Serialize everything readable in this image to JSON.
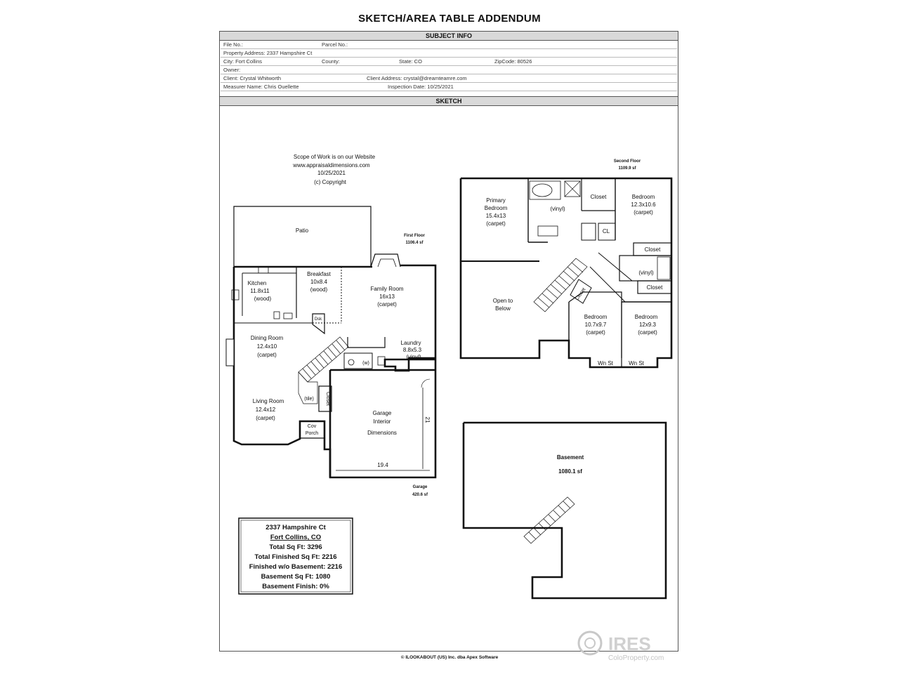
{
  "page_title": "SKETCH/AREA TABLE ADDENDUM",
  "subject": {
    "header": "SUBJECT INFO",
    "file_no": "File No.:",
    "parcel_no": "Parcel No.:",
    "property_address": "Property Address: 2337 Hampshire Ct",
    "city": "City: Fort Collins",
    "county": "County:",
    "state": "State: CO",
    "zip": "ZipCode: 80526",
    "owner": "Owner:",
    "client": "Client: Crystal Whitworth",
    "client_address": "Client Address: crystal@dreamteamre.com",
    "measurer": "Measurer Name: Chris Ouellette",
    "inspection_date": "Inspection Date: 10/25/2021"
  },
  "sketch": {
    "header": "SKETCH",
    "notes": [
      "Scope of Work is on our Website",
      "www.appraisaldimensions.com",
      "10/25/2021",
      "(c) Copyright"
    ],
    "first_floor": {
      "label": "First Floor",
      "area": "1106.4 sf"
    },
    "second_floor": {
      "label": "Second Floor",
      "area": "1109.9 sf"
    },
    "garage": {
      "label": "Garage",
      "area": "420.6 sf"
    },
    "basement": {
      "label": "Basement",
      "area": "1080.1 sf"
    },
    "rooms": {
      "patio": "Patio",
      "breakfast": [
        "Breakfast",
        "10x8.4",
        "(wood)"
      ],
      "kitchen": [
        "Kitchen",
        "11.8x11",
        "(wood)"
      ],
      "family_room": [
        "Family Room",
        "16x13",
        "(carpet)"
      ],
      "dining_room": [
        "Dining Room",
        "12.4x10",
        "(carpet)"
      ],
      "laundry": [
        "Laundry",
        "8.8x5.3",
        "(vinyl)"
      ],
      "living_room": [
        "Living Room",
        "12.4x12",
        "(carpet)"
      ],
      "garage_interior": [
        "Garage",
        "Interior",
        "Dimensions"
      ],
      "cov_porch": [
        "Cov",
        "Porch"
      ],
      "tile": "(tile)",
      "closet_vertical": "Closet",
      "desk": "Dsk",
      "washer": "(w)",
      "garage_width": "19.4",
      "garage_depth": "21",
      "primary_bedroom": [
        "Primary",
        "Bedroom",
        "15.4x13",
        "(carpet)"
      ],
      "primary_bath": "(vinyl)",
      "closet_top": "Closet",
      "cl": "CL",
      "bedroom_ne": [
        "Bedroom",
        "12.3x10.6",
        "(carpet)"
      ],
      "closet_right1": "Closet",
      "bath_right": "(vinyl)",
      "closet_right2": "Closet",
      "closet_diag": "Closet",
      "open_to_below": [
        "Open to",
        "Below"
      ],
      "bedroom_mid": [
        "Bedroom",
        "10.7x9.7",
        "(carpet)"
      ],
      "bedroom_se": [
        "Bedroom",
        "12x9.3",
        "(carpet)"
      ],
      "wn_st_1": "Wn St",
      "wn_st_2": "Wn St"
    },
    "summary": {
      "address": "2337 Hampshire Ct",
      "city": "Fort Collins, CO",
      "total": "Total Sq Ft: 3296",
      "total_finished": "Total Finished Sq Ft: 2216",
      "finished_wo_basement": "Finished w/o Basement: 2216",
      "basement_sqft": "Basement Sq Ft: 1080",
      "basement_finish": "Basement Finish: 0%"
    }
  },
  "footer": "© ILOOKABOUT (US) Inc. dba Apex Software",
  "watermark": {
    "brand": "IRES",
    "sub": "ColoProperty.com"
  }
}
